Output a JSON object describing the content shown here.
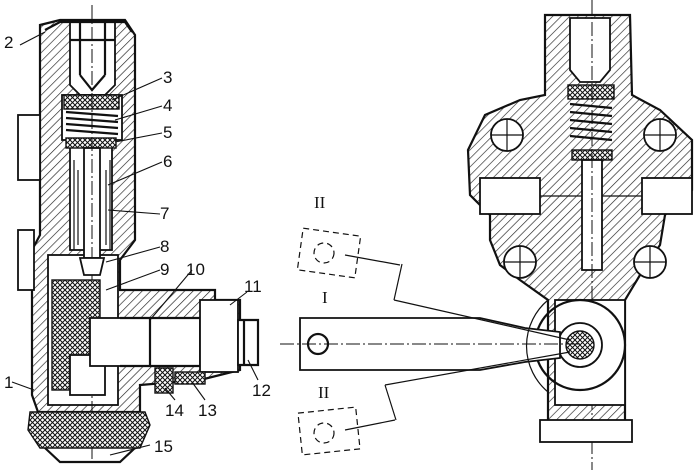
{
  "callouts": [
    "1",
    "2",
    "3",
    "4",
    "5",
    "6",
    "7",
    "8",
    "9",
    "10",
    "11",
    "12",
    "13",
    "14",
    "15"
  ],
  "positions": {
    "middle": "I",
    "upper": "II",
    "lower": "II"
  }
}
